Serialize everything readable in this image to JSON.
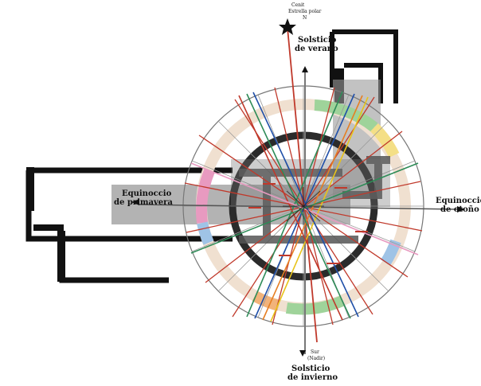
{
  "labels": {
    "zenith": "Cenit",
    "polaris": "Estrella polar",
    "north": "N",
    "summer_solstice_1": "Solsticio",
    "summer_solstice_2": "de verano",
    "spring_equinox_1": "Equinoccio",
    "spring_equinox_2": "de primavera",
    "autumn_equinox_1": "Equinoccio",
    "autumn_equinox_2": "de otoño",
    "south": "Sur",
    "nadir": "(Nadir)",
    "winter_solstice_1": "Solsticio",
    "winter_solstice_2": "de invierno"
  },
  "colors": {
    "red_line": "#c0392b",
    "structure": "#111111",
    "ring_dark": "#2b2b2b",
    "shade": "#9a9a9a",
    "orange": "#e67e22",
    "yellow": "#e8c31a",
    "green": "#2e8b57",
    "blue": "#1f4fa8",
    "pink": "#e89ac0"
  },
  "icons": {
    "star": "star-icon"
  }
}
